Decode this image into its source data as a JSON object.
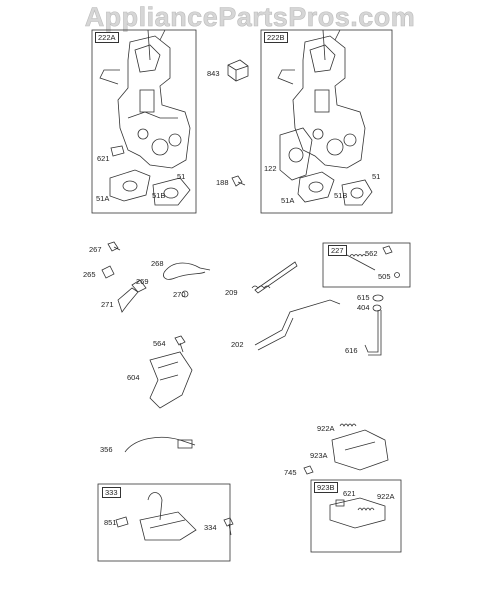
{
  "watermark": "AppliancePartsPros.com",
  "groups": {
    "g222A": "222A",
    "g222B": "222B",
    "g227": "227",
    "g333": "333",
    "g923B": "923B"
  },
  "parts": {
    "p621_a": "621",
    "p51_a": "51",
    "p51A_a": "51A",
    "p51B_a": "51B",
    "p843": "843",
    "p188": "188",
    "p122": "122",
    "p51_b": "51",
    "p51A_b": "51A",
    "p51B_b": "51B",
    "p267": "267",
    "p265": "265",
    "p268": "268",
    "p269": "269",
    "p270": "270",
    "p271": "271",
    "p209": "209",
    "p562": "562",
    "p505": "505",
    "p615": "615",
    "p404": "404",
    "p202": "202",
    "p616": "616",
    "p564": "564",
    "p604": "604",
    "p356": "356",
    "p922A_a": "922A",
    "p923A": "923A",
    "p745": "745",
    "p851": "851",
    "p334": "334",
    "p621_b": "621",
    "p922A_b": "922A"
  }
}
